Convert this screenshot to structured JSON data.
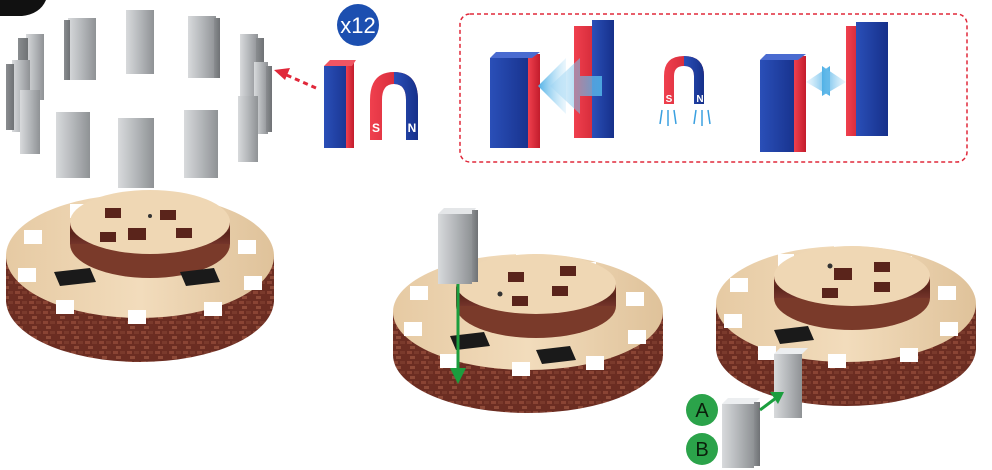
{
  "quantity_badge": {
    "label": "x12"
  },
  "magnet_legend": {
    "south_label": "S",
    "north_label": "N"
  },
  "steps": [
    {
      "label": "A"
    },
    {
      "label": "B"
    }
  ],
  "colors": {
    "magnet_north": "#1c3fa8",
    "magnet_south": "#e0283a",
    "magnet_gray": "#b9bcbf",
    "wood_face": "#ead2b0",
    "wood_side": "#6b2d22",
    "arrow_green": "#1b9e3e",
    "step_badge": "#2ba34a",
    "leader_red": "#e0283a",
    "badge_blue": "#1c4fb0"
  },
  "icons": [
    "magnet-stack-icon",
    "horseshoe-magnet-icon",
    "attract-arrows-icon",
    "insert-arrow-icon"
  ]
}
